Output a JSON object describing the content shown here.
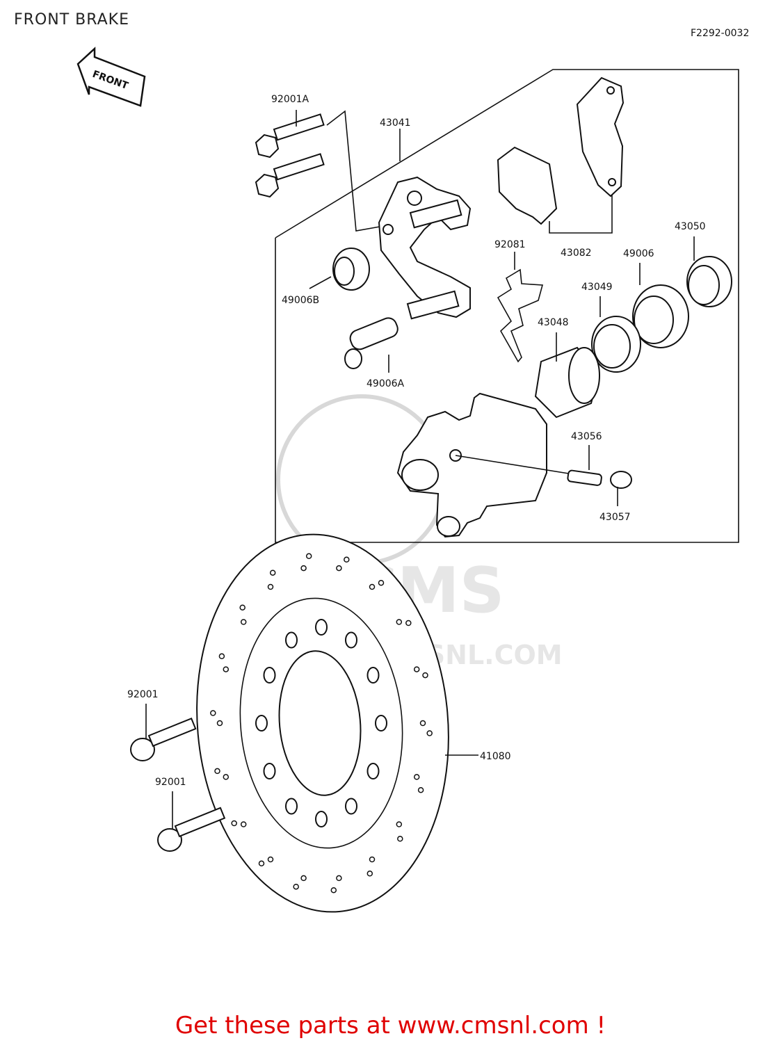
{
  "title": "FRONT BRAKE",
  "diagram_code": "F2292-0032",
  "front_arrow_label": "FRONT",
  "watermark": {
    "brand": "CMS",
    "url": "WWW.CMSNL.COM"
  },
  "footer": "Get these parts at www.cmsnl.com !",
  "part_labels": {
    "p92001A": "92001A",
    "p43041": "43041",
    "p49006B": "49006B",
    "p49006A": "49006A",
    "p92081": "92081",
    "p43082": "43082",
    "p43050": "43050",
    "p49006": "49006",
    "p43049": "43049",
    "p43048": "43048",
    "p43056": "43056",
    "p43057": "43057",
    "p92001_upper": "92001",
    "p92001_lower": "92001",
    "p41080": "41080"
  }
}
